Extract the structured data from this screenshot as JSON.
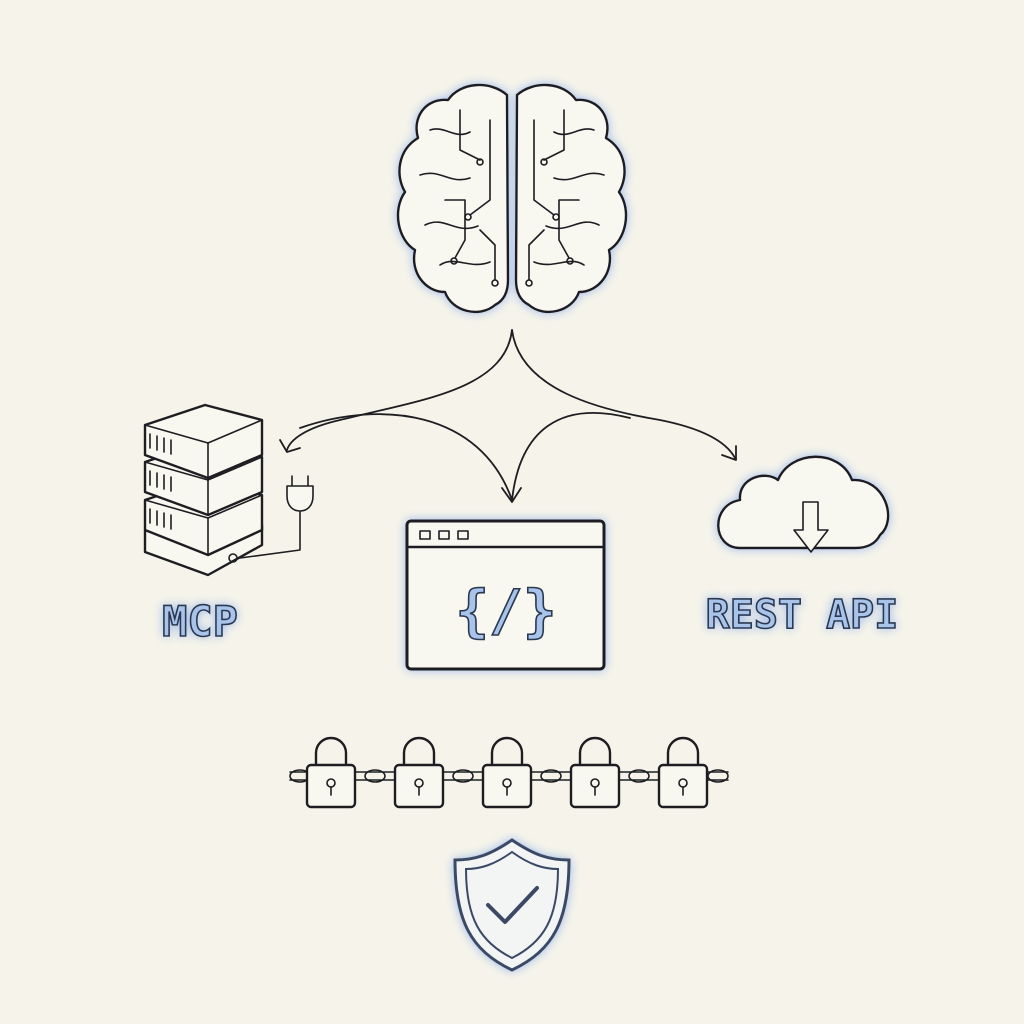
{
  "labels": {
    "mcp": "MCP",
    "code": "{/}",
    "rest_api": "REST API"
  },
  "icons": [
    "brain-icon",
    "server-icon",
    "plug-icon",
    "browser-code-icon",
    "cloud-download-icon",
    "padlock-chain-icon",
    "shield-check-icon"
  ],
  "colors": {
    "background": "#f6f4ea",
    "ink": "#1e1e22",
    "glow": "#7fa6e8",
    "label_fill": "#a9c4ea"
  },
  "lock_count": 5
}
